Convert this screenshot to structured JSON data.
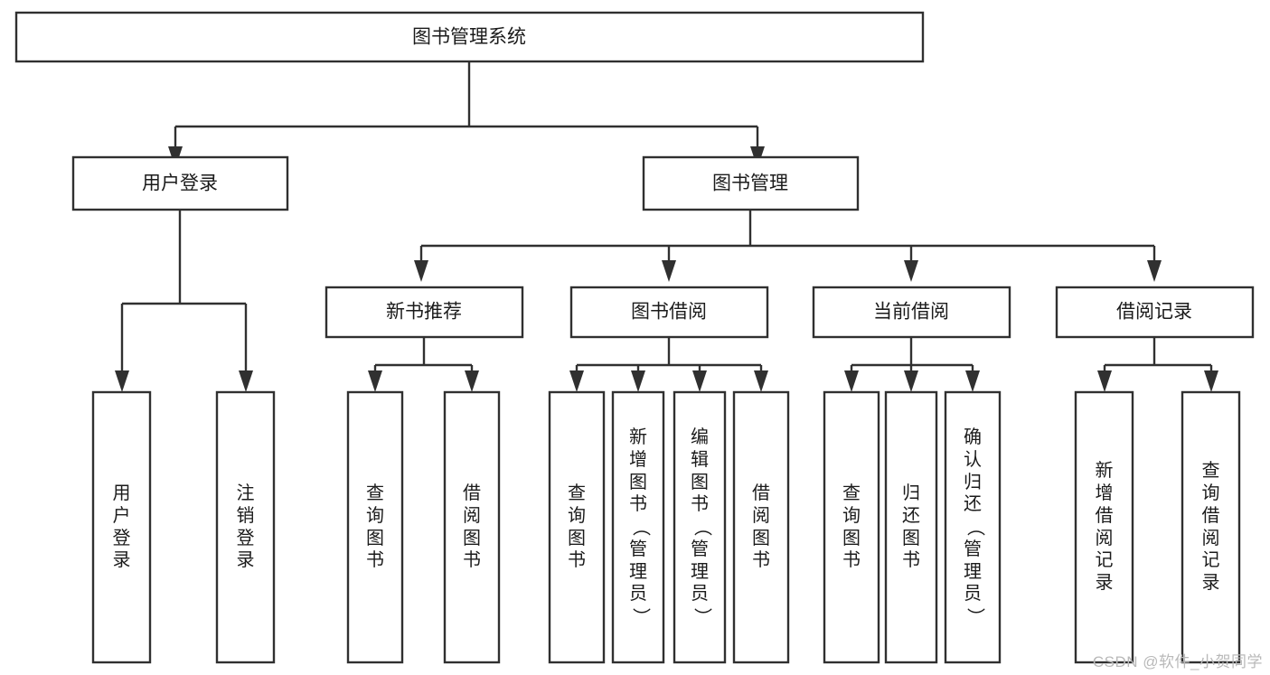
{
  "diagram": {
    "type": "hierarchy-tree",
    "title": "图书管理系统",
    "watermark": "CSDN @软件_小贺同学",
    "colors": {
      "stroke": "#303030",
      "box_fill": "#ffffff",
      "text": "#1b1b1b",
      "watermark": "#b9b9b9",
      "background": "#ffffff"
    },
    "levels": [
      {
        "level": 1,
        "nodes": [
          {
            "id": "root",
            "label": "图书管理系统",
            "orientation": "horizontal"
          }
        ]
      },
      {
        "level": 2,
        "nodes": [
          {
            "id": "l2-1",
            "label": "用户登录",
            "orientation": "horizontal",
            "parent": "root"
          },
          {
            "id": "l2-2",
            "label": "图书管理",
            "orientation": "horizontal",
            "parent": "root"
          }
        ]
      },
      {
        "level": 3,
        "nodes": [
          {
            "id": "l3-1",
            "label": "新书推荐",
            "orientation": "horizontal",
            "parent": "l2-2"
          },
          {
            "id": "l3-2",
            "label": "图书借阅",
            "orientation": "horizontal",
            "parent": "l2-2"
          },
          {
            "id": "l3-3",
            "label": "当前借阅",
            "orientation": "horizontal",
            "parent": "l2-2"
          },
          {
            "id": "l3-4",
            "label": "借阅记录",
            "orientation": "horizontal",
            "parent": "l2-2"
          }
        ]
      },
      {
        "level": 4,
        "nodes": [
          {
            "id": "leaf-1",
            "label": "用户登录",
            "orientation": "vertical",
            "parent": "l2-1"
          },
          {
            "id": "leaf-2",
            "label": "注销登录",
            "orientation": "vertical",
            "parent": "l2-1"
          },
          {
            "id": "leaf-3",
            "label": "查询图书",
            "orientation": "vertical",
            "parent": "l3-1"
          },
          {
            "id": "leaf-4",
            "label": "借阅图书",
            "orientation": "vertical",
            "parent": "l3-1"
          },
          {
            "id": "leaf-5",
            "label": "查询图书",
            "orientation": "vertical",
            "parent": "l3-2"
          },
          {
            "id": "leaf-6",
            "label": "新增图书（管理员）",
            "orientation": "vertical",
            "parent": "l3-2"
          },
          {
            "id": "leaf-7",
            "label": "编辑图书（管理员）",
            "orientation": "vertical",
            "parent": "l3-2"
          },
          {
            "id": "leaf-8",
            "label": "借阅图书",
            "orientation": "vertical",
            "parent": "l3-2"
          },
          {
            "id": "leaf-9",
            "label": "查询图书",
            "orientation": "vertical",
            "parent": "l3-3"
          },
          {
            "id": "leaf-10",
            "label": "归还图书",
            "orientation": "vertical",
            "parent": "l3-3"
          },
          {
            "id": "leaf-11",
            "label": "确认归还（管理员）",
            "orientation": "vertical",
            "parent": "l3-3"
          },
          {
            "id": "leaf-12",
            "label": "新增借阅记录",
            "orientation": "vertical",
            "parent": "l3-4"
          },
          {
            "id": "leaf-13",
            "label": "查询借阅记录",
            "orientation": "vertical",
            "parent": "l3-4"
          }
        ]
      }
    ],
    "edges": [
      {
        "from": "root",
        "to": "l2-1"
      },
      {
        "from": "root",
        "to": "l2-2"
      },
      {
        "from": "l2-2",
        "to": "l3-1"
      },
      {
        "from": "l2-2",
        "to": "l3-2"
      },
      {
        "from": "l2-2",
        "to": "l3-3"
      },
      {
        "from": "l2-2",
        "to": "l3-4"
      },
      {
        "from": "l2-1",
        "to": "leaf-1"
      },
      {
        "from": "l2-1",
        "to": "leaf-2"
      },
      {
        "from": "l3-1",
        "to": "leaf-3"
      },
      {
        "from": "l3-1",
        "to": "leaf-4"
      },
      {
        "from": "l3-2",
        "to": "leaf-5"
      },
      {
        "from": "l3-2",
        "to": "leaf-6"
      },
      {
        "from": "l3-2",
        "to": "leaf-7"
      },
      {
        "from": "l3-2",
        "to": "leaf-8"
      },
      {
        "from": "l3-3",
        "to": "leaf-9"
      },
      {
        "from": "l3-3",
        "to": "leaf-10"
      },
      {
        "from": "l3-3",
        "to": "leaf-11"
      },
      {
        "from": "l3-4",
        "to": "leaf-12"
      },
      {
        "from": "l3-4",
        "to": "leaf-13"
      }
    ]
  }
}
